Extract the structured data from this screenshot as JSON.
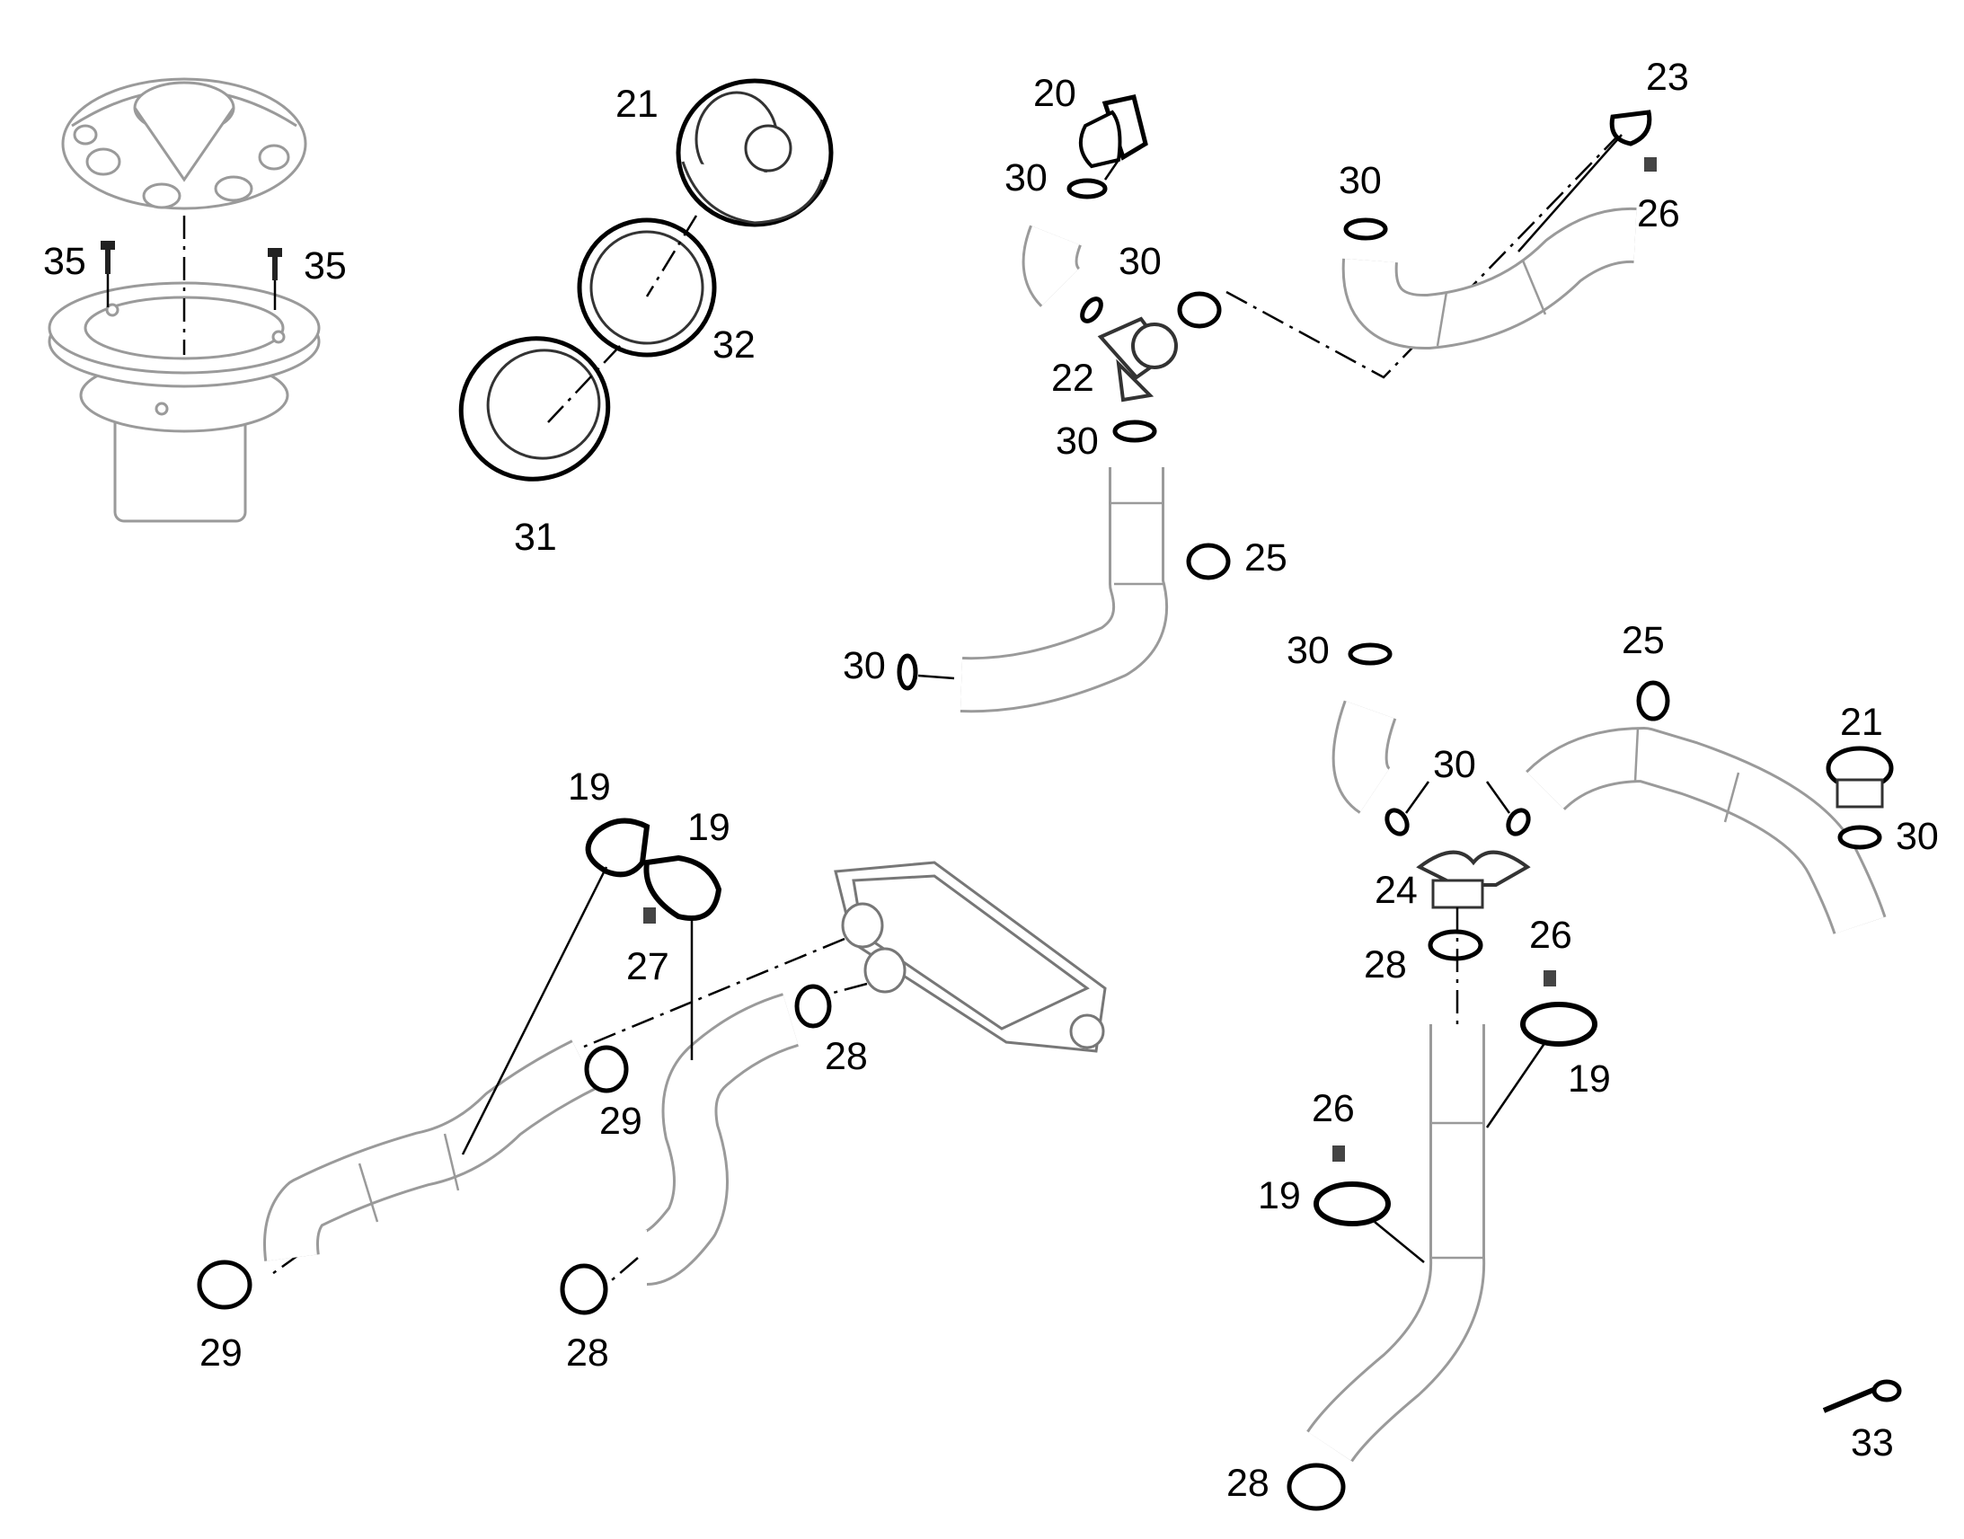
{
  "diagram": {
    "labels": {
      "l35a": "35",
      "l35b": "35",
      "l21a": "21",
      "l32": "32",
      "l31": "31",
      "l20": "20",
      "l30a": "30",
      "l30b": "30",
      "l30c": "30",
      "l22": "22",
      "l23": "23",
      "l30d": "30",
      "l26a": "26",
      "l25a": "25",
      "l30e": "30",
      "l30f": "30",
      "l25b": "25",
      "l30g": "30",
      "l21b": "21",
      "l30h": "30",
      "l24": "24",
      "l28a": "28",
      "l26b": "26",
      "l19a": "19",
      "l26c": "26",
      "l19b": "19",
      "l28b": "28",
      "l19c": "19",
      "l19d": "19",
      "l27": "27",
      "l28c": "28",
      "l29a": "29",
      "l29b": "29",
      "l28d": "28",
      "l33": "33"
    }
  }
}
